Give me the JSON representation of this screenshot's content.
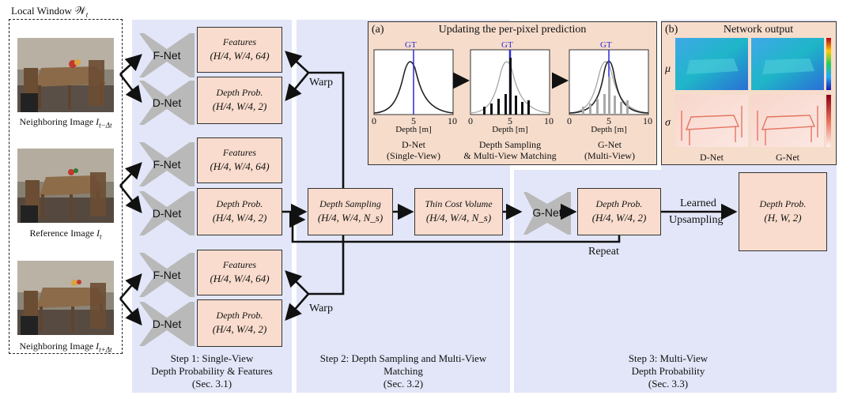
{
  "local_window": {
    "title": "Local Window W_t",
    "title_prefix": "Local Window ",
    "title_var": "𝒲",
    "title_sub": "t"
  },
  "images": [
    {
      "caption_prefix": "Neighboring Image ",
      "var": "I",
      "sub": "t−Δt"
    },
    {
      "caption_prefix": "Reference Image ",
      "var": "I",
      "sub": "t"
    },
    {
      "caption_prefix": "Neighboring Image ",
      "var": "I",
      "sub": "t+Δt"
    }
  ],
  "nets": {
    "fnet": "F-Net",
    "dnet": "D-Net",
    "gnet": "G-Net"
  },
  "features_box": {
    "title": "Features",
    "formula": "(H/4, W/4, 64)"
  },
  "depthprob_box": {
    "title": "Depth Prob.",
    "formula": "(H/4, W/4, 2)"
  },
  "depth_sampling": {
    "title": "Depth Sampling",
    "formula": "(H/4, W/4, N_s)"
  },
  "thin_cost": {
    "title": "Thin Cost Volume",
    "formula": "(H/4, W/4, N_s)"
  },
  "final_box": {
    "title": "Depth Prob.",
    "formula": "(H, W, 2)"
  },
  "labels": {
    "warp": "Warp",
    "repeat": "Repeat",
    "learned": "Learned",
    "upsampling": "Upsampling"
  },
  "steps": [
    {
      "line1": "Step 1: Single-View",
      "line2": "Depth Probability & Features",
      "line3": "(Sec. 3.1)"
    },
    {
      "line1": "Step 2: Depth Sampling and Multi-View",
      "line2": "Matching",
      "line3": "(Sec. 3.2)"
    },
    {
      "line1": "Step 3: Multi-View",
      "line2": "Depth Probability",
      "line3": "(Sec. 3.3)"
    }
  ],
  "inset_a": {
    "tag": "(a)",
    "title": "Updating the per-pixel prediction",
    "gt": "GT",
    "xlabel": "Depth [m]",
    "ticks": [
      "0",
      "5",
      "10"
    ],
    "plots": [
      {
        "line1": "D-Net",
        "line2": "(Single-View)"
      },
      {
        "line1": "Depth Sampling",
        "line2": "& Multi-View Matching"
      },
      {
        "line1": "G-Net",
        "line2": "(Multi-View)"
      }
    ]
  },
  "inset_b": {
    "tag": "(b)",
    "title": "Network output",
    "mu": "μ",
    "sigma": "σ",
    "cols": [
      "D-Net",
      "G-Net"
    ]
  },
  "colors": {
    "panel": "#e2e6f8",
    "box": "#f9dccd",
    "inset": "#f6dccb",
    "net": "#b9b9b9",
    "gt": "#2b2bd6"
  }
}
